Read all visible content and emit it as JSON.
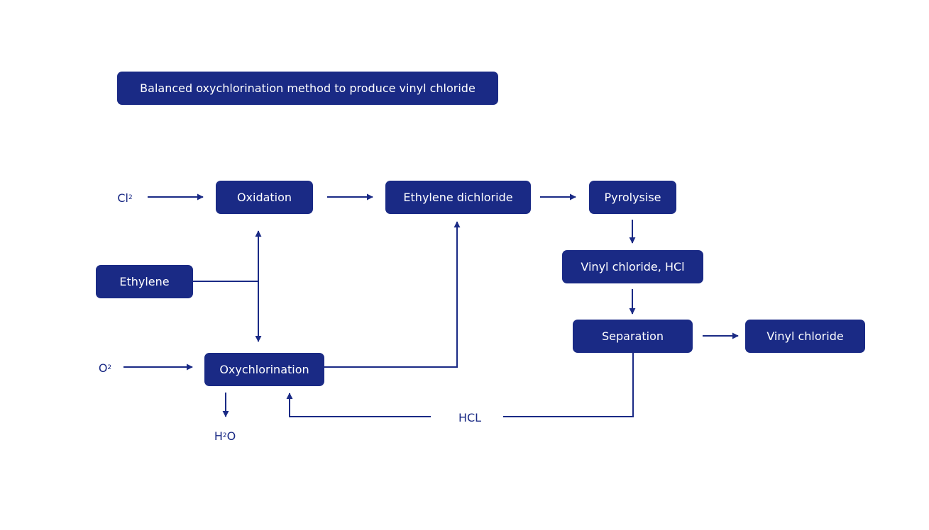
{
  "title": "Balanced oxychlorination method to produce vinyl chloride",
  "colors": {
    "box_fill": "#1a2a85",
    "box_text": "#ffffff",
    "line": "#1a2a85"
  },
  "nodes": {
    "oxidation": "Oxidation",
    "ethylene_dichloride": "Ethylene dichloride",
    "pyrolysise": "Pyrolysise",
    "vinyl_chloride_hcl": "Vinyl chloride, HCl",
    "separation": "Separation",
    "vinyl_chloride": "Vinyl chloride",
    "ethylene": "Ethylene",
    "oxychlorination": "Oxychlorination"
  },
  "labels": {
    "cl2": {
      "base": "Cl",
      "sub": "2"
    },
    "o2": {
      "base": "O",
      "sub": "2"
    },
    "h2o": {
      "base": "H",
      "sub": "2",
      "tail": "O"
    },
    "hcl": "HCL"
  }
}
